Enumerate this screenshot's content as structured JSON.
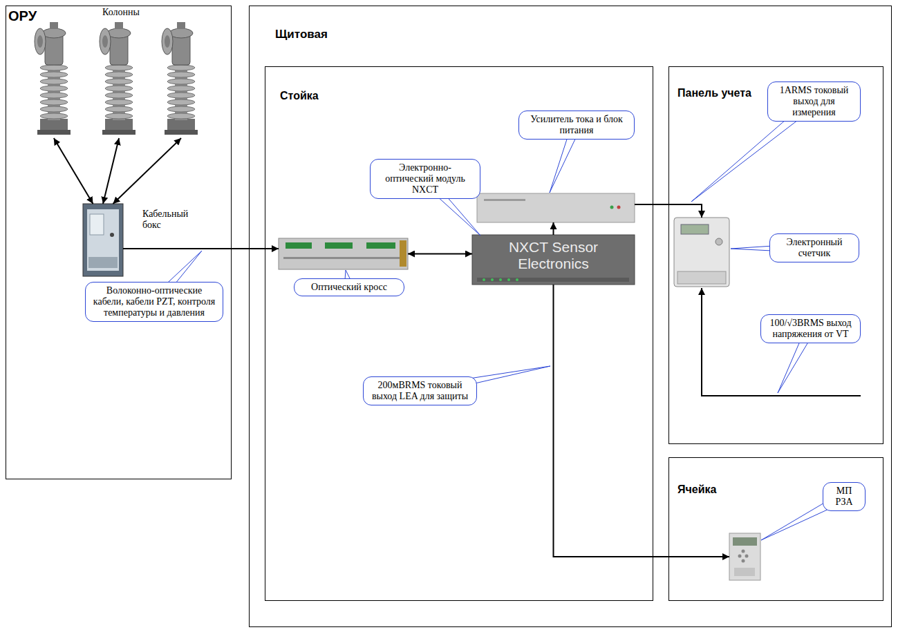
{
  "diagram": {
    "nodes": [
      {
        "text": [
          "ОРУ"
        ]
      },
      {
        "text": [
          "Колонны"
        ],
        "in": 0
      },
      {
        "text": [
          "Кабельный бокс"
        ],
        "in": 0
      },
      {
        "text": [
          "Щитовая"
        ]
      },
      {
        "text": [
          "Стойка"
        ],
        "in": 3
      },
      {
        "text": [
          "Усилитель тока и блок питания"
        ],
        "in": 4
      },
      {
        "text": [
          "NXCT Sensor Electronics",
          "Электронно-оптический модуль NXCT"
        ],
        "in": 4
      },
      {
        "text": [
          "Оптический кросс"
        ],
        "in": 4
      },
      {
        "text": [
          "Панель учета"
        ],
        "in": 3
      },
      {
        "text": [
          "Электронный счетчик"
        ],
        "in": 8
      },
      {
        "text": [
          "Ячейка"
        ],
        "in": 3
      },
      {
        "text": [
          "МП РЗА"
        ],
        "in": 10
      }
    ],
    "edges": [
      {
        "from": 1,
        "to": 2,
        "arrow": "both"
      },
      {
        "from": 1,
        "to": 2,
        "arrow": "both"
      },
      {
        "from": 1,
        "to": 2,
        "arrow": "both"
      },
      {
        "from": 2,
        "to": 7,
        "arrow": "to",
        "label": "Волоконно-оптические кабели, кабели PZT, контроля температуры и давления"
      },
      {
        "from": 7,
        "to": 6,
        "arrow": "both"
      },
      {
        "from": 6,
        "to": 5,
        "arrow": "to"
      },
      {
        "from": 5,
        "to": 9,
        "arrow": "to",
        "label": "1ARMS токовый выход для измерения"
      },
      {
        "from": 6,
        "to": 11,
        "arrow": "to",
        "label": "200мВRMS токовый выход LEA для защиты"
      }
    ],
    "labels": [
      "100/√3ВRMS выход напряжения от VT"
    ]
  }
}
